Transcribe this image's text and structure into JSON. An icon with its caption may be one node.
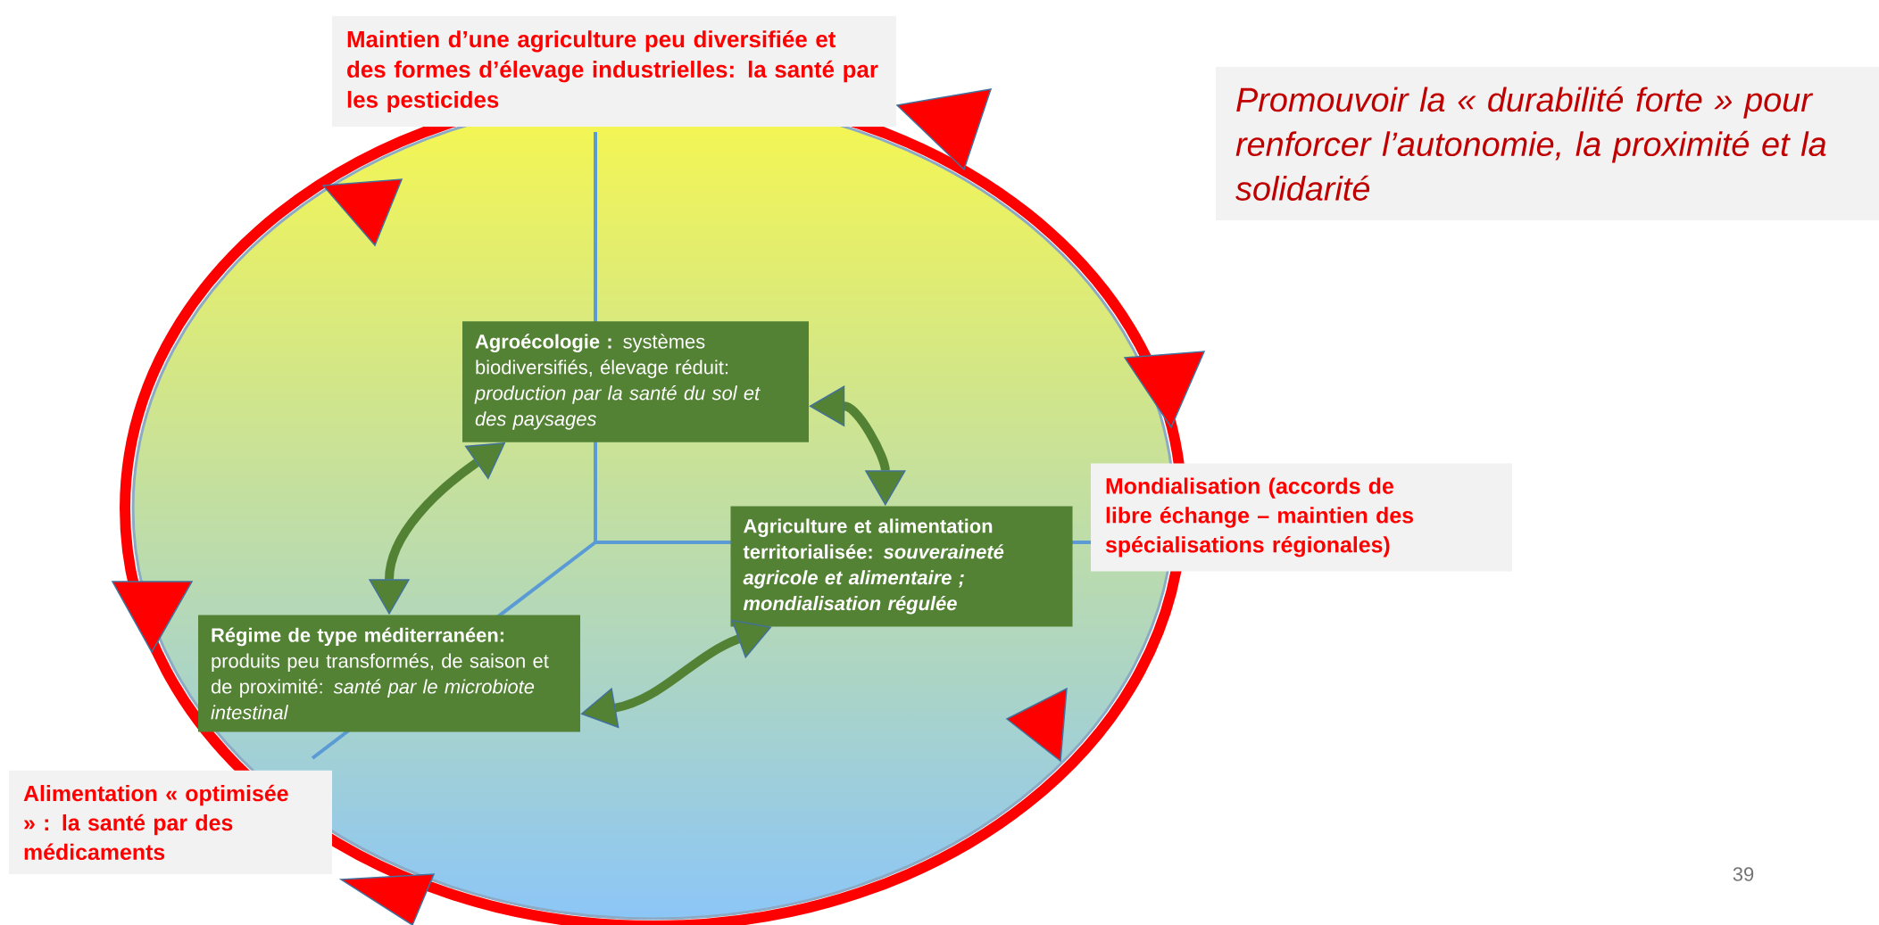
{
  "diagram": {
    "nodes": [
      {
        "text": [
          "Maintien d’une agriculture peu diversifiée et des formes d’élevage industrielles: la santé par les pesticides"
        ]
      },
      {
        "text": [
          "Promouvoir la « durabilité forte » pour renforcer l’autonomie, la proximité et la solidarité"
        ]
      },
      {
        "text": [
          "**Agroécologie :** systèmes biodiversifiés, élevage réduit: *production par la santé du sol et des paysages*"
        ]
      },
      {
        "text": [
          "Mondialisation (accords de libre échange – maintien des spécialisations régionales)"
        ]
      },
      {
        "text": [
          "Agriculture et alimentation territorialisée: *souveraineté agricole et alimentaire ; mondialisation régulée*"
        ]
      },
      {
        "text": [
          "**Régime de type méditerranéen:** produits peu transformés, de saison et de proximité: *santé par le microbiote intestinal*"
        ]
      },
      {
        "text": [
          "Alimentation « optimisée » : la santé par des médicaments"
        ]
      }
    ],
    "edges": [
      {
        "from": 2,
        "to": 5,
        "arrow": "both"
      },
      {
        "from": 2,
        "to": 4,
        "arrow": "both"
      },
      {
        "from": 5,
        "to": 4,
        "arrow": "both"
      }
    ],
    "labels": [
      "39"
    ]
  }
}
